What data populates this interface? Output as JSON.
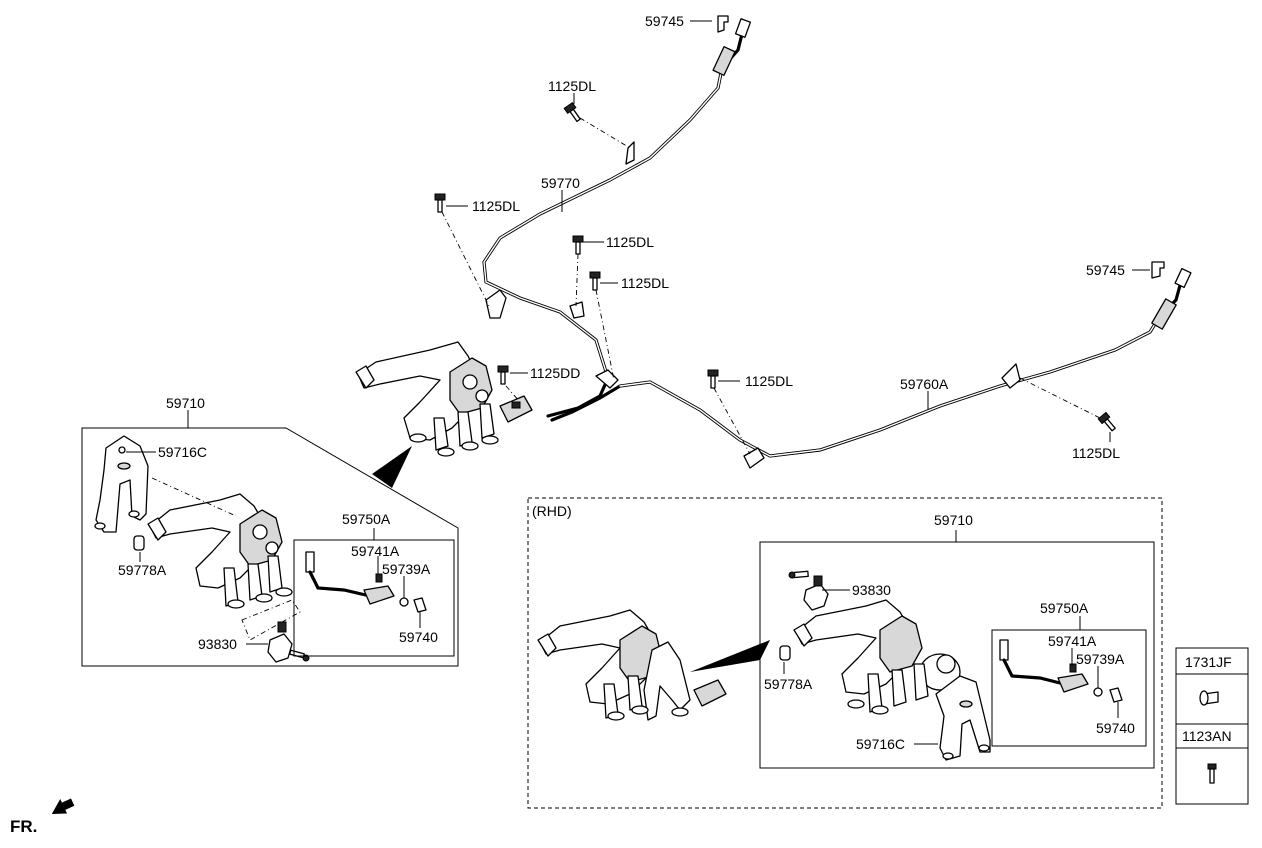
{
  "callouts": {
    "clip_top": "59745",
    "bolt_a": "1125DL",
    "cable_front": "59770",
    "bolt_b": "1125DL",
    "bolt_c": "1125DL",
    "bolt_d": "1125DL",
    "clip_right": "59745",
    "bolt_dd": "1125DD",
    "bolt_e": "1125DL",
    "cable_rear": "59760A",
    "bolt_f": "1125DL"
  },
  "lhd": {
    "assembly": "59710",
    "bracket": "59716C",
    "pad": "59778A",
    "switch_assy": "59750A",
    "switch": "59741A",
    "nut": "59739A",
    "grommet": "59740",
    "bolt": "93830"
  },
  "rhd": {
    "title": "(RHD)",
    "assembly": "59710",
    "bolt": "93830",
    "switch_assy": "59750A",
    "switch": "59741A",
    "nut": "59739A",
    "pad": "59778A",
    "grommet": "59740",
    "bracket": "59716C"
  },
  "fasteners": {
    "item1": "1731JF",
    "item2": "1123AN"
  },
  "direction": {
    "label": "FR."
  }
}
